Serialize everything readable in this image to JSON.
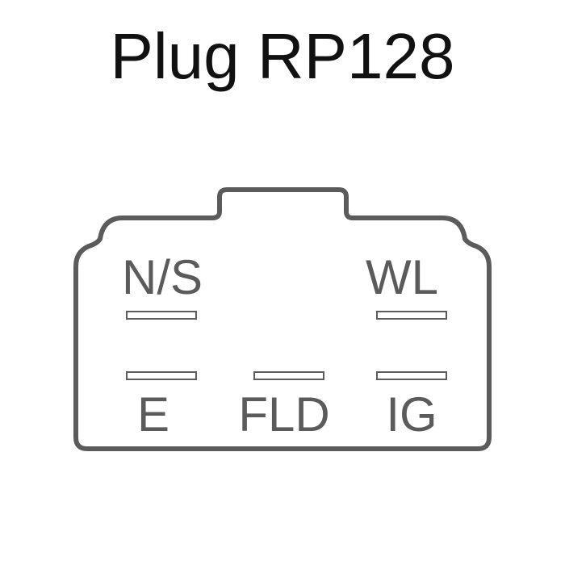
{
  "title": "Plug RP128",
  "connector": {
    "outline_color": "#5b5b5b",
    "pins": [
      {
        "id": "ns",
        "label": "N/S"
      },
      {
        "id": "wl",
        "label": "WL"
      },
      {
        "id": "e",
        "label": "E"
      },
      {
        "id": "fld",
        "label": "FLD"
      },
      {
        "id": "ig",
        "label": "IG"
      }
    ]
  }
}
